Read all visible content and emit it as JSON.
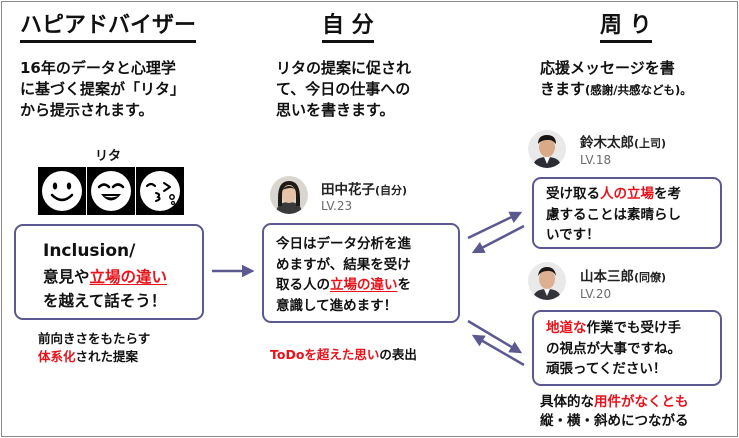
{
  "colors": {
    "accent": "#e8121b",
    "box_border": "#5b5990",
    "arrow": "#5b5990"
  },
  "columns": {
    "left": {
      "title": "ハピアドバイザー",
      "desc": [
        "16年のデータと心理学",
        "に基づく提案が「リタ」",
        "から提示されます。"
      ]
    },
    "center": {
      "title": "自 分",
      "desc": [
        "リタの提案に促され",
        "て、今日の仕事への",
        "思いを書きます。"
      ]
    },
    "right": {
      "title": "周 り",
      "desc1": "応援メッセージを書",
      "desc2": "きます",
      "desc2_small": "(感謝/共感なども)。"
    }
  },
  "rita": {
    "label": "リタ",
    "face_icons": [
      "smile-face-icon",
      "grin-face-icon",
      "kiss-face-icon"
    ]
  },
  "inclusion_box": {
    "title": "Inclusion/",
    "line2_a": "意見や",
    "line2_b": "立場の違い",
    "line3": "を越えて話そう！"
  },
  "left_caption": {
    "line1": "前向きさをもたらす",
    "line2_red": "体系化",
    "line2_rest": "された提案"
  },
  "self_user": {
    "name": "田中花子",
    "role": "(自分)",
    "level": "LV.23"
  },
  "self_post": {
    "line1": "今日はデータ分析を進",
    "line2": "めますが、結果を受け",
    "line3_a": "取る人の",
    "line3_b": "立場の違い",
    "line3_c": "を",
    "line4": "意識して進めます！"
  },
  "center_caption": {
    "red": "ToDoを超えた思い",
    "rest": "の表出"
  },
  "reply1": {
    "user": {
      "name": "鈴木太郎",
      "role": "(上司)",
      "level": "LV.18"
    },
    "line1_a": "受け取る",
    "line1_b": "人の立場",
    "line1_c": "を考",
    "line2": "慮することは素晴らし",
    "line3": "いです！"
  },
  "reply2": {
    "user": {
      "name": "山本三郎",
      "role": "(同僚)",
      "level": "LV.20"
    },
    "line1_a": "地道な",
    "line1_b": "作業でも受け手",
    "line2": "の視点が大事ですね。",
    "line3": "頑張ってください！"
  },
  "right_caption": {
    "line1_a": "具体的な",
    "line1_b": "用件がなくとも",
    "line2": "縦・横・斜めにつながる"
  }
}
